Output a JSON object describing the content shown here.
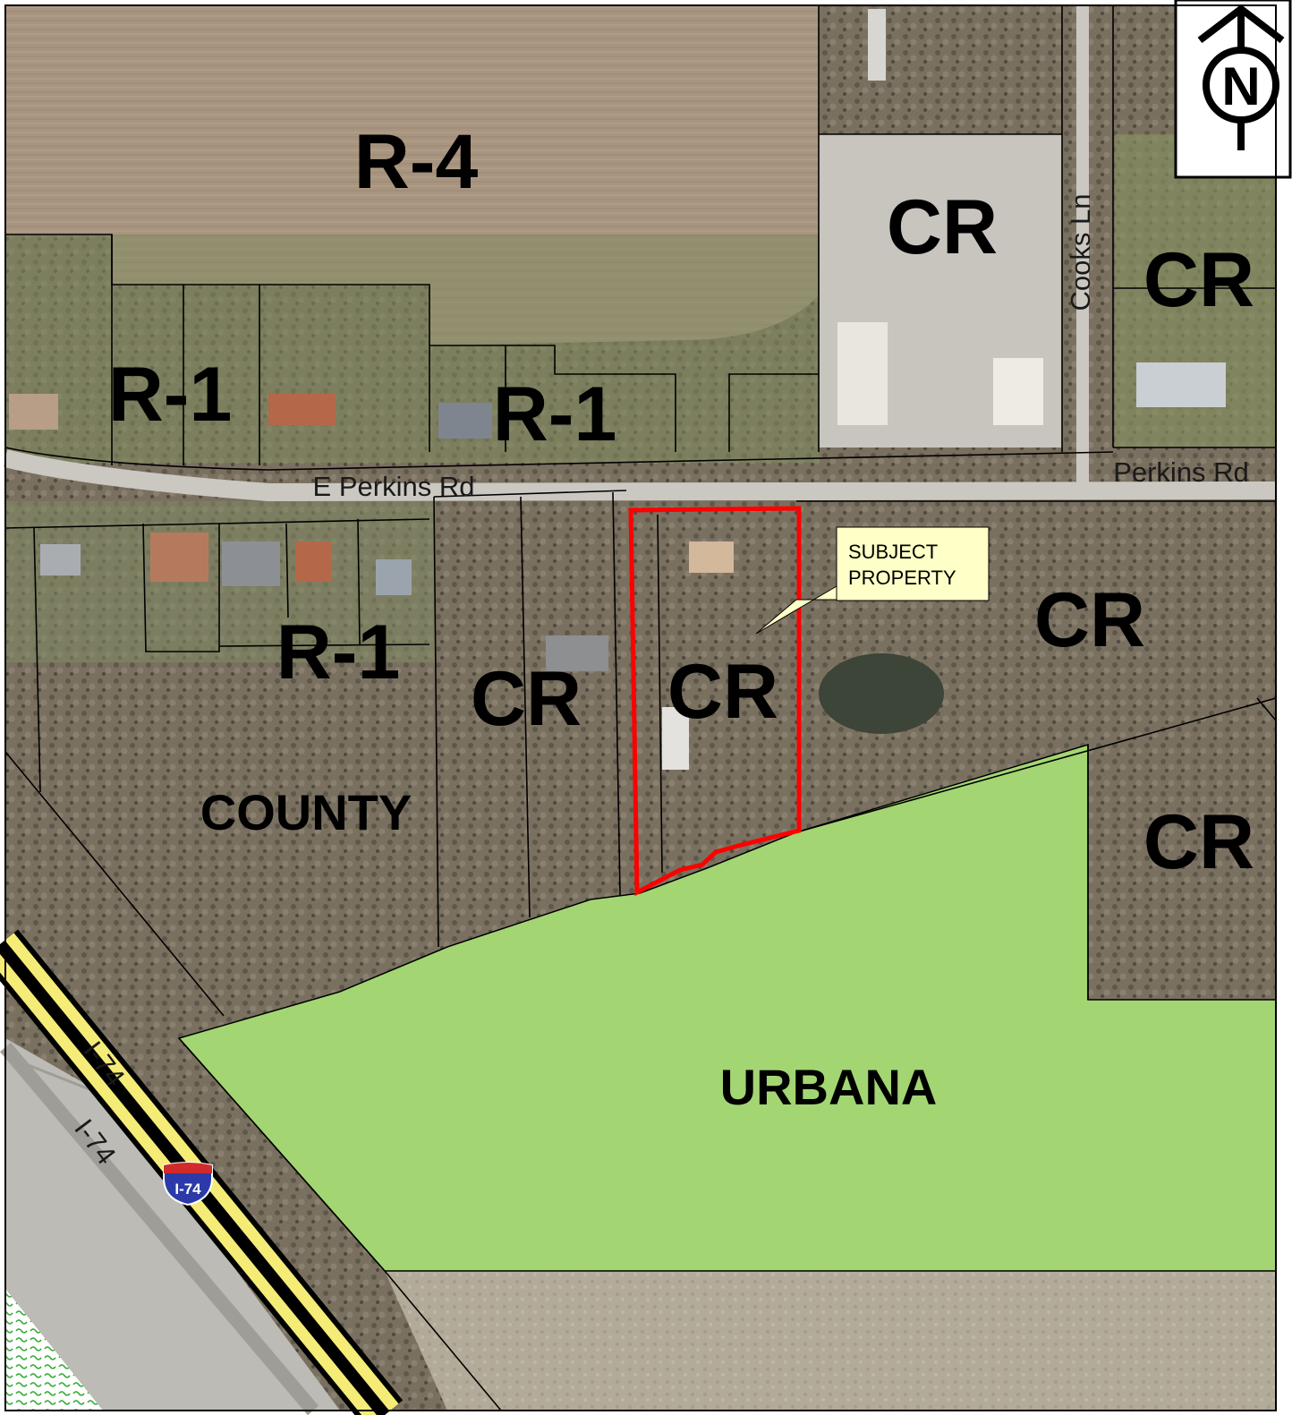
{
  "map": {
    "north_arrow": {
      "letter": "N",
      "icon": "north-arrow-icon"
    },
    "zones": {
      "r4": "R-4",
      "r1_west": "R-1",
      "r1_center": "R-1",
      "r1_south": "R-1",
      "cr_north": "CR",
      "cr_northeast": "CR",
      "cr_east": "CR",
      "cr_subject": "CR",
      "cr_middle": "CR",
      "cr_southeast": "CR",
      "county": "COUNTY",
      "urbana": "URBANA"
    },
    "roads": {
      "e_perkins": "E Perkins Rd",
      "perkins": "Perkins Rd",
      "cooks": "Cooks Ln",
      "i74_a": "I-74",
      "i74_b": "I-74",
      "shield": "I-74"
    },
    "callout": {
      "line1": "SUBJECT",
      "line2": "PROPERTY"
    },
    "colors": {
      "urbana_fill": "#a3d673",
      "subject_outline": "#ff0000",
      "callout_fill": "#ffffc8",
      "interstate": "#f5ec78"
    }
  }
}
